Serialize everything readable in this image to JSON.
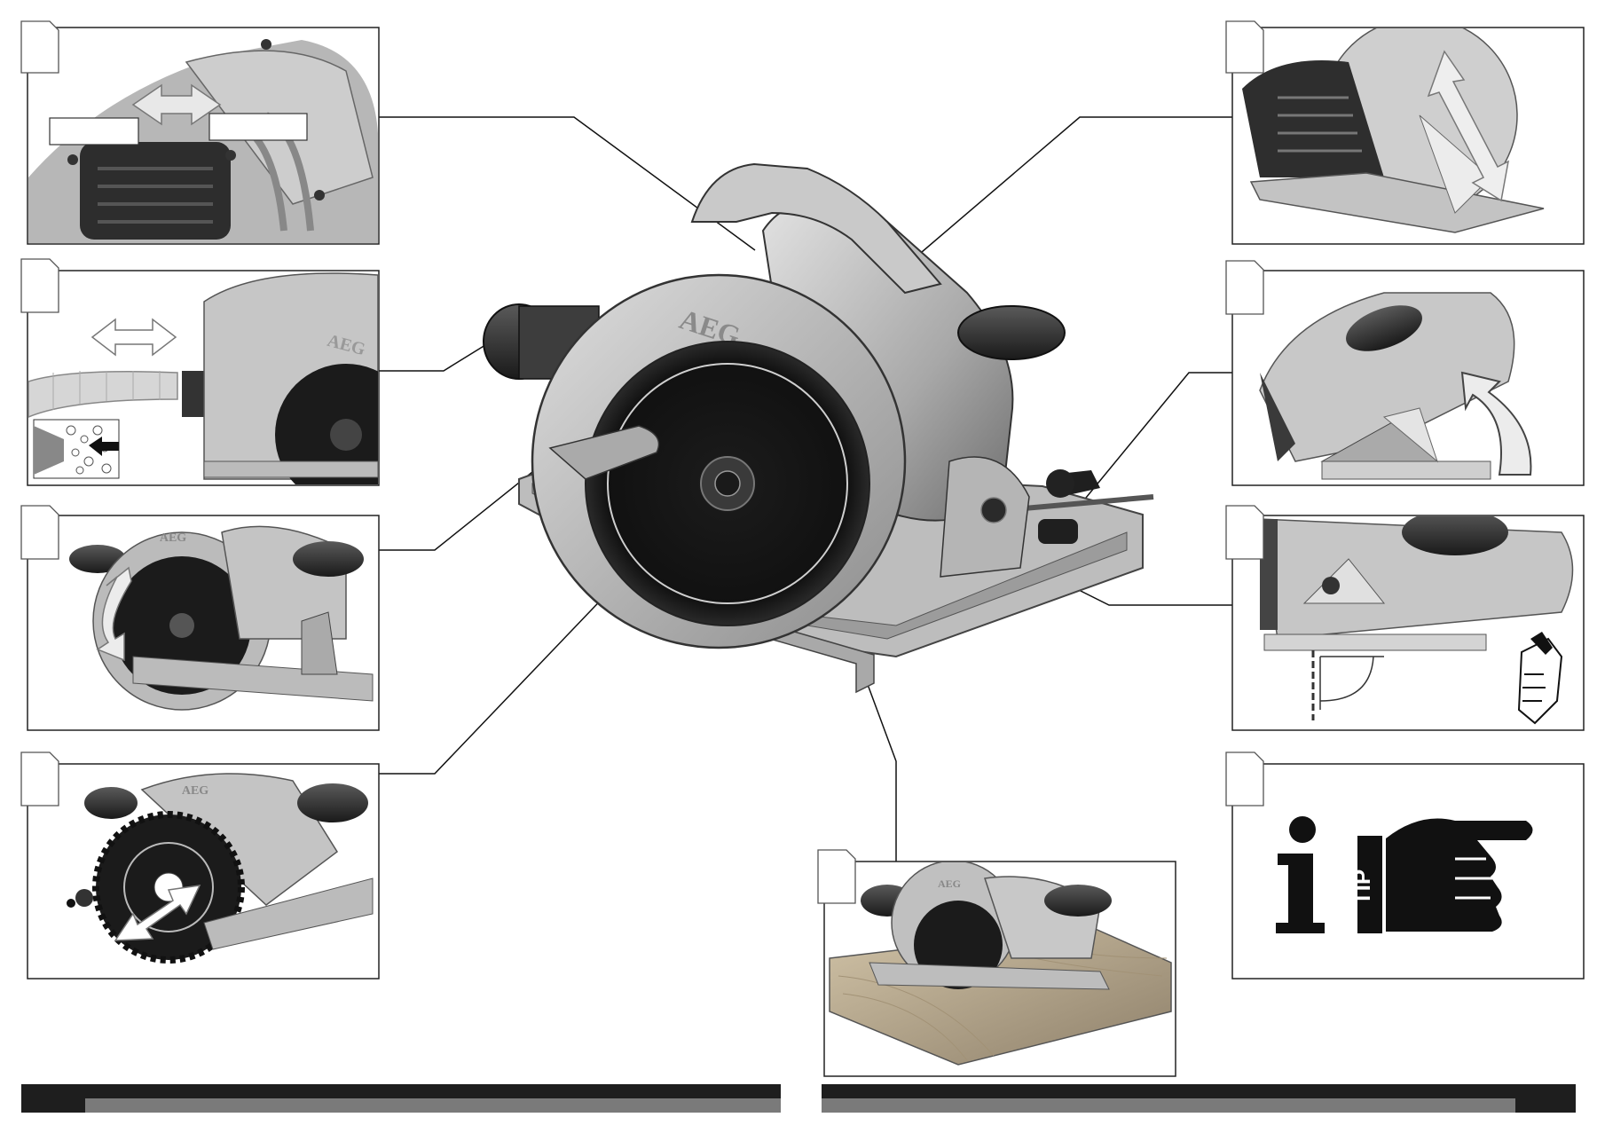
{
  "brand": {
    "name": "AEG"
  },
  "tip": {
    "label": "TIP"
  },
  "panels": [
    {
      "id": "fig-1",
      "content": "selector-switch",
      "labels": [
        "",
        ""
      ]
    },
    {
      "id": "fig-2",
      "content": "dust-extraction"
    },
    {
      "id": "fig-3",
      "content": "blade-guard"
    },
    {
      "id": "fig-4",
      "content": "blade-change"
    },
    {
      "id": "fig-5",
      "content": "depth-adjust"
    },
    {
      "id": "fig-6",
      "content": "bevel-adjust"
    },
    {
      "id": "fig-7",
      "content": "right-angle-adjust"
    },
    {
      "id": "fig-8",
      "content": "info-tip"
    },
    {
      "id": "fig-9",
      "content": "cutting-wood"
    }
  ],
  "colors": {
    "frame": "#222222",
    "tool_light": "#c8c8c8",
    "tool_mid": "#9a9a9a",
    "tool_dark": "#3a3a3a",
    "footer_dark": "#1e1e1e",
    "footer_bar": "#7a7a7a"
  }
}
